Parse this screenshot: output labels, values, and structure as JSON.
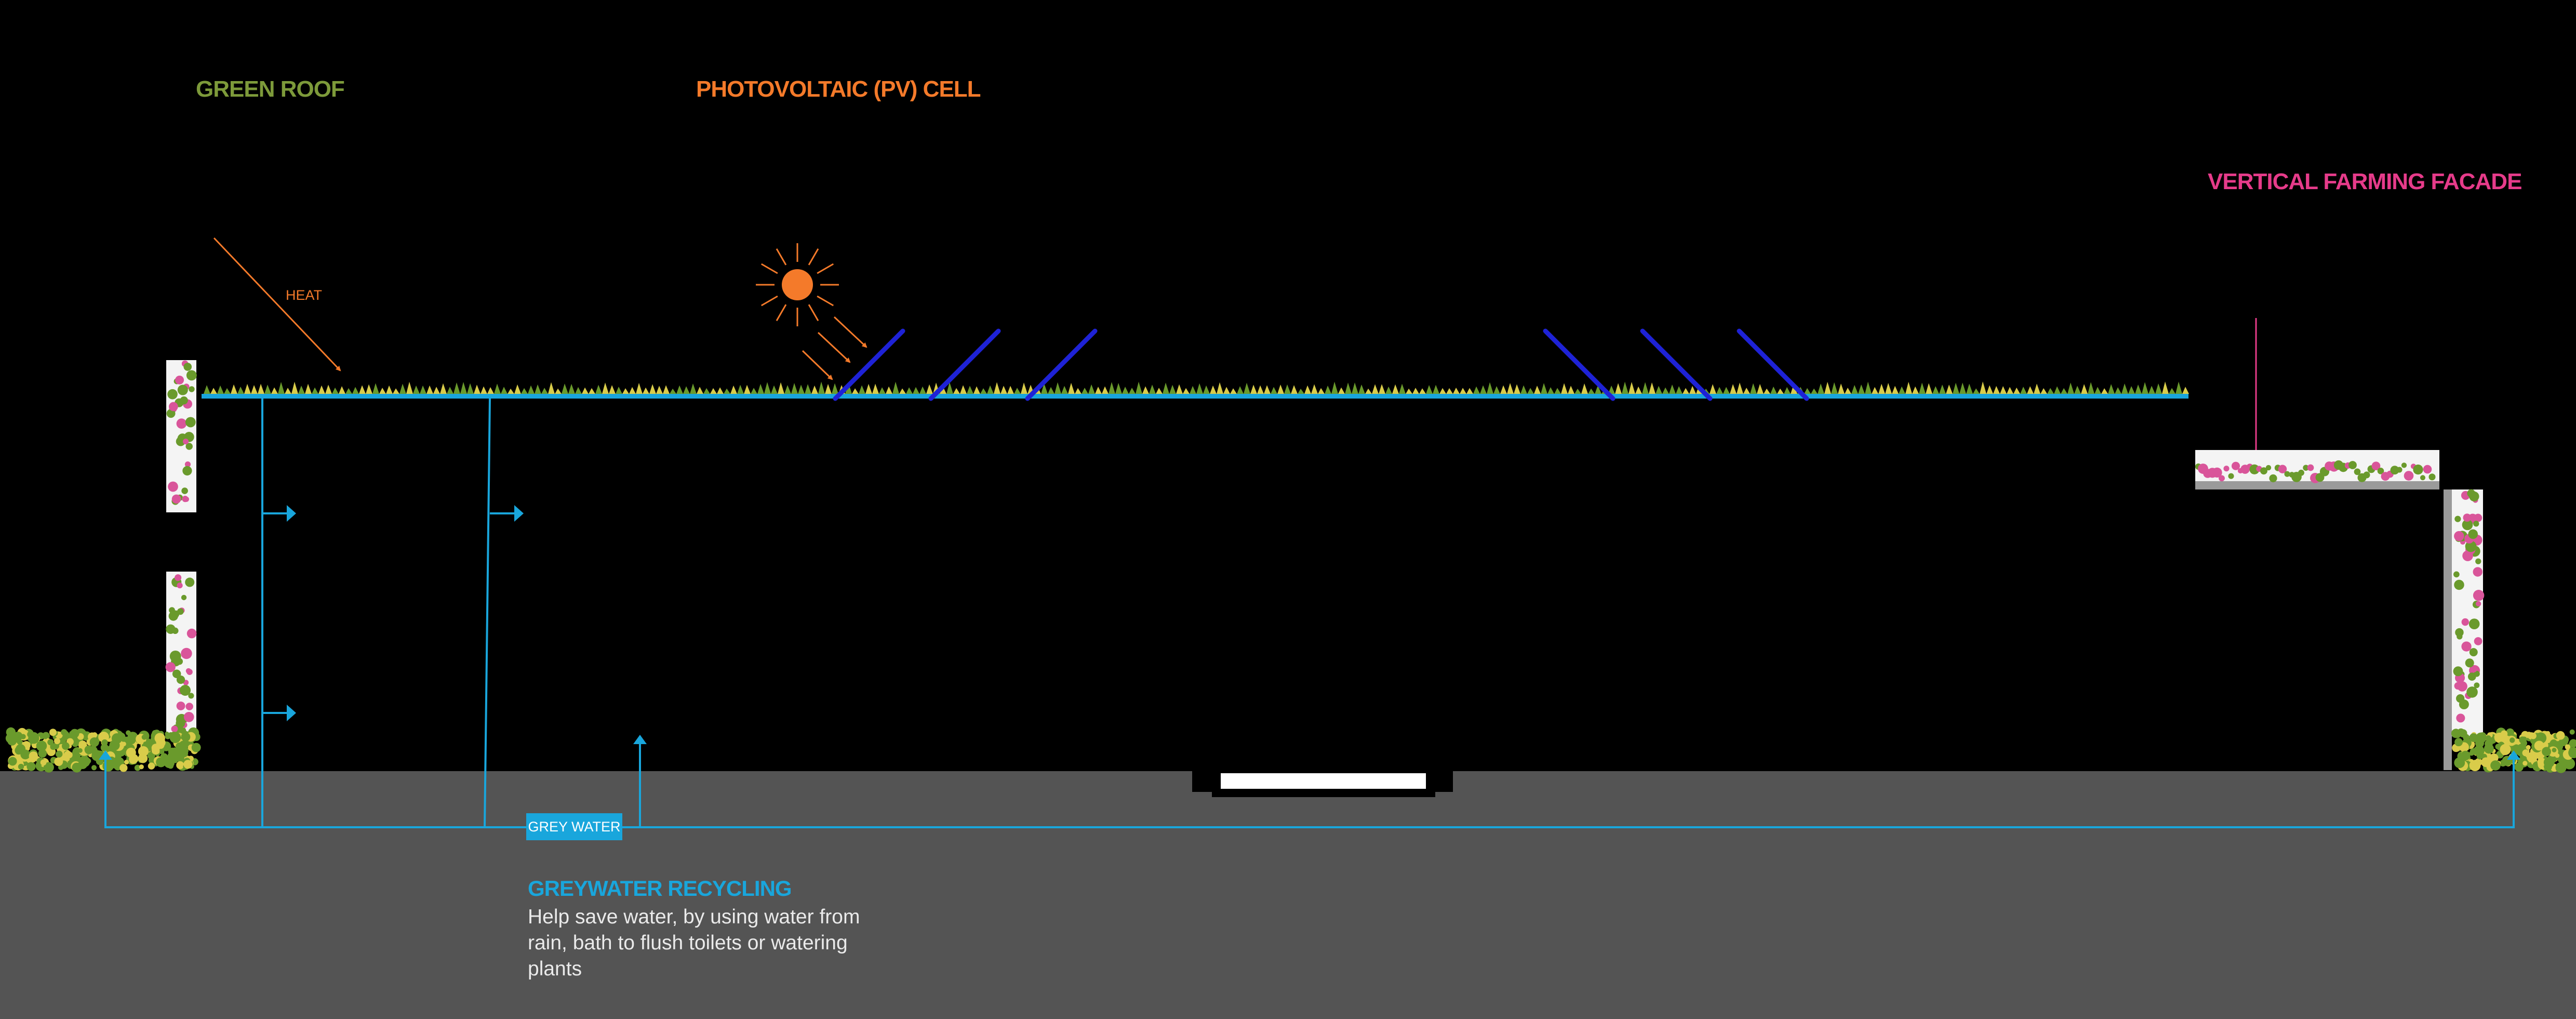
{
  "labels": {
    "green_roof": "GREEN ROOF",
    "pv_cell": "PHOTOVOLTAIC (PV) CELL",
    "vertical_farming": "VERTICAL FARMING FACADE",
    "heat": "HEAT",
    "grey_water_tag": "GREY WATER",
    "greywater_title": "GREYWATER RECYCLING",
    "greywater_desc": "Help save water, by using water from rain, bath to flush toilets or watering plants"
  },
  "colors": {
    "background": "#000000",
    "ground": "#545454",
    "water_blue": "#19a6dc",
    "sun_orange": "#f47a2a",
    "pv_panel_blue": "#1e22d6",
    "green_roof_text": "#7d9a3a",
    "vertical_farming_text": "#e63b8a",
    "foliage_green": "#6a9a2c",
    "foliage_yellow": "#d9cc4a",
    "flower_pink": "#d9559a"
  }
}
